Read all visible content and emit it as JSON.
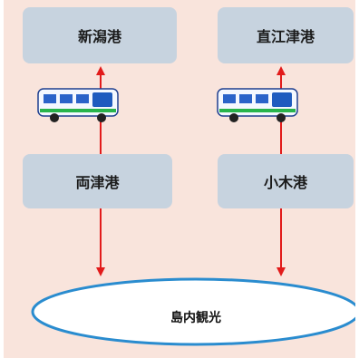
{
  "colors": {
    "background": "#f9e4dc",
    "port_box": "#c7d3df",
    "arrow": "#e21b1b",
    "ellipse_stroke": "#2a8ccf",
    "ellipse_fill": "#ffffff"
  },
  "ports": {
    "niigata": "新潟港",
    "naoetsu": "直江津港",
    "ryotsu": "両津港",
    "ogi": "小木港"
  },
  "destination": "島内観光",
  "icons": [
    "bus-icon",
    "bus-icon"
  ]
}
